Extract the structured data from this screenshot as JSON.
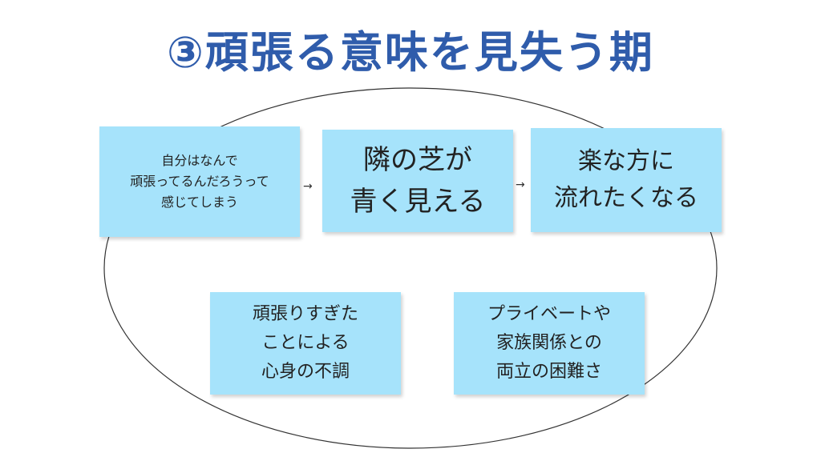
{
  "title": "③頑張る意味を見失う期",
  "arrow_glyph": "→",
  "notes": [
    {
      "text": "自分はなんで\n頑張ってるんだろうって\n感じてしまう"
    },
    {
      "text": "隣の芝が\n青く見える"
    },
    {
      "text": "楽な方に\n流れたくなる"
    },
    {
      "text": "頑張りすぎた\nことによる\n心身の不調"
    },
    {
      "text": "プライベートや\n家族関係との\n両立の困難さ"
    }
  ],
  "colors": {
    "title": "#2f5cab",
    "note_fill": "#a6e3fb",
    "ellipse_stroke": "#333333"
  }
}
